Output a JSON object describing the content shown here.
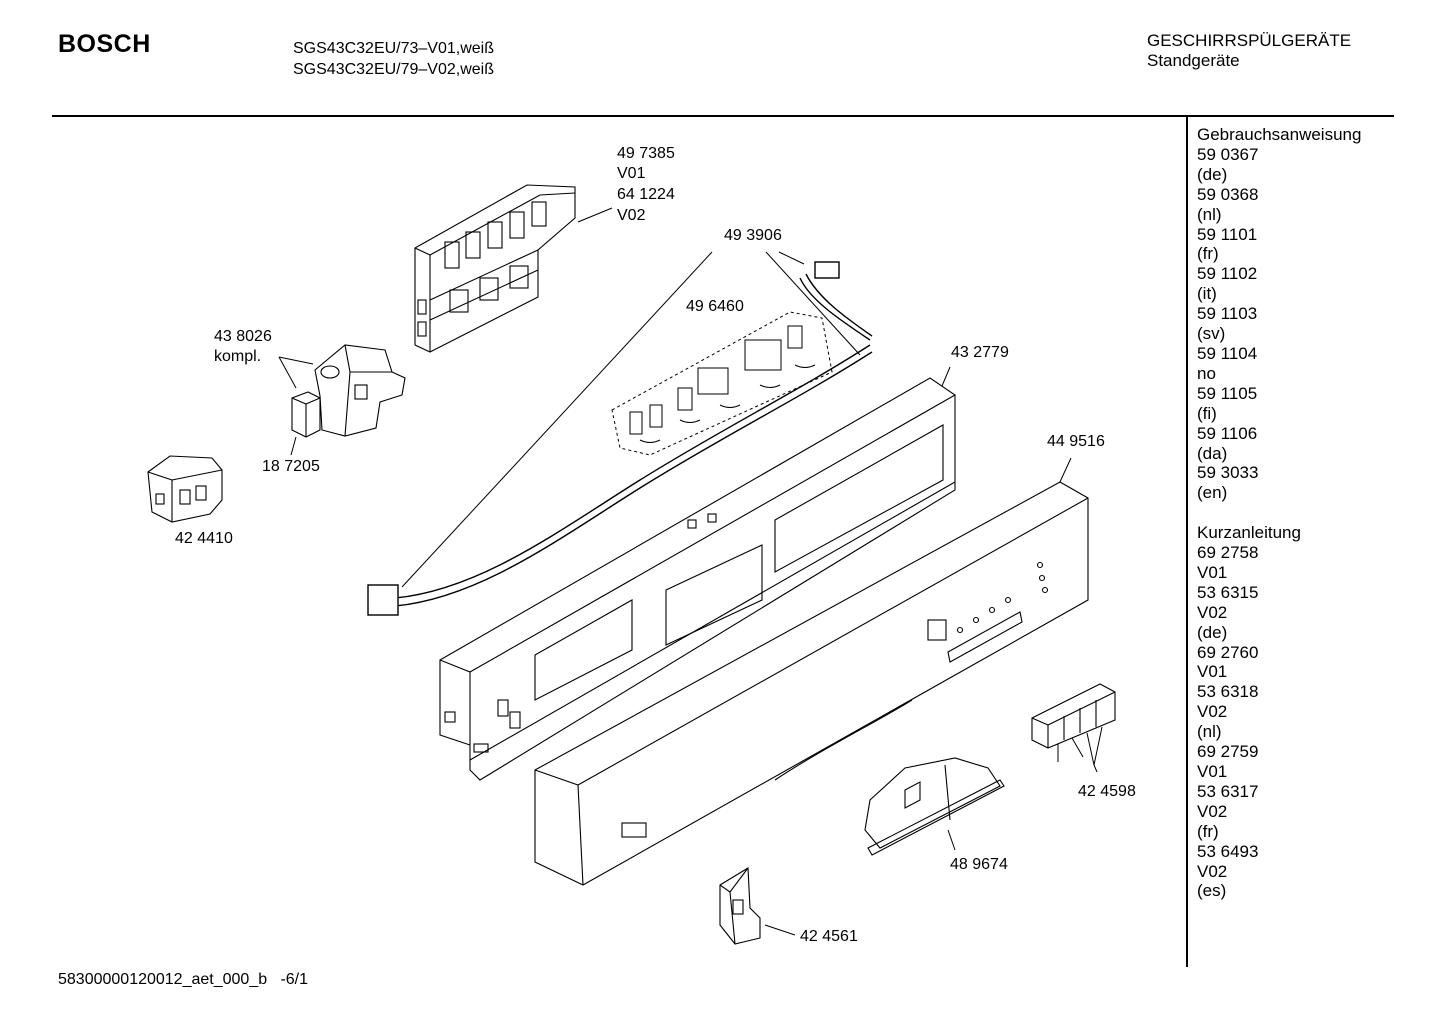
{
  "header": {
    "brand": "BOSCH",
    "models": [
      "SGS43C32EU/73–V01,weiß",
      "SGS43C32EU/79–V02,weiß"
    ],
    "category": "GESCHIRRSPÜLGERÄTE",
    "subcategory": "Standgeräte"
  },
  "part_labels": {
    "control_module": [
      "49 7385",
      "V01",
      "64 1224",
      "V02"
    ],
    "wiring_harness": "49 3906",
    "connector_set": "49 6460",
    "door_lock": [
      "43 8026",
      "kompl."
    ],
    "microswitch": "18 7205",
    "relay": "42 4410",
    "panel_frame": "43 2779",
    "control_panel": "44 9516",
    "button_set": "42 4598",
    "handle": "48 9674",
    "bracket": "42 4561"
  },
  "sidebar": {
    "manual_heading": "Gebrauchsanweisung",
    "manual_entries": [
      "59 0367",
      "(de)",
      "59 0368",
      "(nl)",
      "59 1101",
      "(fr)",
      "59 1102",
      "(it)",
      "59 1103",
      "(sv)",
      "59 1104",
      "no",
      "59 1105",
      "(fi)",
      "59 1106",
      "(da)",
      "59 3033",
      "(en)"
    ],
    "quick_heading": "Kurzanleitung",
    "quick_entries": [
      "69 2758",
      "V01",
      "53 6315",
      "V02",
      "(de)",
      "69 2760",
      "V01",
      "53 6318",
      "V02",
      "(nl)",
      "69 2759",
      "V01",
      "53 6317",
      "V02",
      "(fr)",
      "53 6493",
      "V02",
      "(es)"
    ]
  },
  "footer": {
    "doc_id": "58300000120012_aet_000_b   -6/1"
  }
}
